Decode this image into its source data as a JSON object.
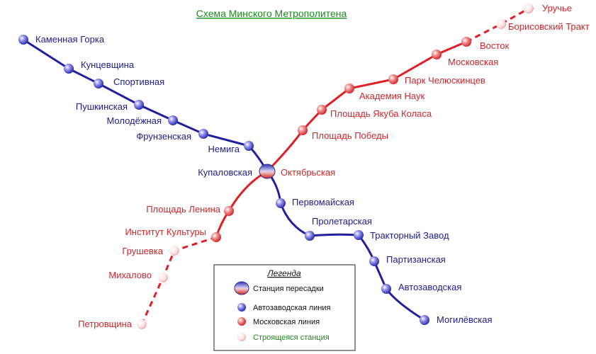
{
  "title": "Схема Минского Метрополитена",
  "colors": {
    "title": "#1a8a1a",
    "blue_line": "#1f1fa0",
    "blue_text": "#1c1c8c",
    "red_line": "#e01f24",
    "red_text": "#d0262a",
    "construction_text": "#1a8a1a"
  },
  "lines": {
    "blue": {
      "stations": [
        {
          "key": "kamennaya",
          "name": "Каменная Горка"
        },
        {
          "key": "kuntsevshchina",
          "name": "Кунцевщина"
        },
        {
          "key": "sportivnaya",
          "name": "Спортивная"
        },
        {
          "key": "pushkinskaya",
          "name": "Пушкинская"
        },
        {
          "key": "molodezhnaya",
          "name": "Молодёжная"
        },
        {
          "key": "frunzenskaya",
          "name": "Фрунзенская"
        },
        {
          "key": "nemiga",
          "name": "Немига"
        },
        {
          "key": "kupalovskaya",
          "name": "Купаловская"
        },
        {
          "key": "pervomayskaya",
          "name": "Первомайская"
        },
        {
          "key": "proletarskaya",
          "name": "Пролетарская"
        },
        {
          "key": "traktorny",
          "name": "Тракторный Завод"
        },
        {
          "key": "partizanskaya",
          "name": "Партизанская"
        },
        {
          "key": "avtozavodskaya",
          "name": "Автозаводская"
        },
        {
          "key": "mogilevskaya",
          "name": "Могилёвская"
        }
      ]
    },
    "red": {
      "stations": [
        {
          "key": "institut",
          "name": "Институт Культуры"
        },
        {
          "key": "lenina",
          "name": "Площадь Ленина"
        },
        {
          "key": "oktyabrskaya",
          "name": "Октябрьская"
        },
        {
          "key": "pobedy",
          "name": "Площадь Победы"
        },
        {
          "key": "kolasa",
          "name": "Площадь Якуба Коласа"
        },
        {
          "key": "akademiya",
          "name": "Академия Наук"
        },
        {
          "key": "park",
          "name": "Парк Челюскинцев"
        },
        {
          "key": "moskovskaya",
          "name": "Московская"
        },
        {
          "key": "vostok",
          "name": "Восток"
        }
      ],
      "construction": [
        {
          "key": "borisovsky",
          "name": "Борисовский Тракт"
        },
        {
          "key": "uruchye",
          "name": "Уручье"
        },
        {
          "key": "grushevka",
          "name": "Грушевка"
        },
        {
          "key": "mikhalovo",
          "name": "Михалово"
        },
        {
          "key": "petrovshchina",
          "name": "Петровщина"
        }
      ]
    }
  },
  "legend": {
    "title": "Легенда",
    "items": [
      {
        "kind": "transfer",
        "label": "Станция пересадки"
      },
      {
        "kind": "blue",
        "label": "Автозаводская линия"
      },
      {
        "kind": "red",
        "label": "Московская линия"
      },
      {
        "kind": "construction",
        "label": "Строящеяся станция"
      }
    ]
  }
}
